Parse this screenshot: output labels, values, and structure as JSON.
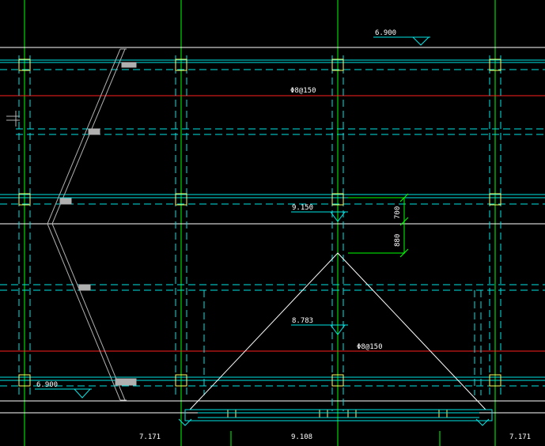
{
  "drawing": {
    "colors": {
      "background": "#000000",
      "grid_line": "#ffffff",
      "beam_solid": "#00e5e5",
      "beam_dashed": "#00e5e5",
      "column": "#ffff66",
      "rebar_red": "#ff2020",
      "axis_green": "#00ff00",
      "annotation": "#ffffff",
      "slab_gray": "#b0b0b0"
    },
    "elevations": [
      {
        "id": "elev-top",
        "text": "6.900"
      },
      {
        "id": "elev-mid",
        "text": "9.150"
      },
      {
        "id": "elev-lower",
        "text": "8.783"
      },
      {
        "id": "elev-left",
        "text": "6.900"
      }
    ],
    "rebar_labels": [
      {
        "id": "rebar-top",
        "text": "Φ8@150"
      },
      {
        "id": "rebar-bottom",
        "text": "Φ8@150"
      }
    ],
    "dimensions": [
      {
        "id": "dim-700",
        "text": "700"
      },
      {
        "id": "dim-880",
        "text": "880"
      }
    ],
    "bottom_labels": [
      {
        "id": "bottom-left",
        "text": "7.171"
      },
      {
        "id": "bottom-center",
        "text": "9.108"
      },
      {
        "id": "bottom-right",
        "text": "7.171"
      }
    ]
  }
}
